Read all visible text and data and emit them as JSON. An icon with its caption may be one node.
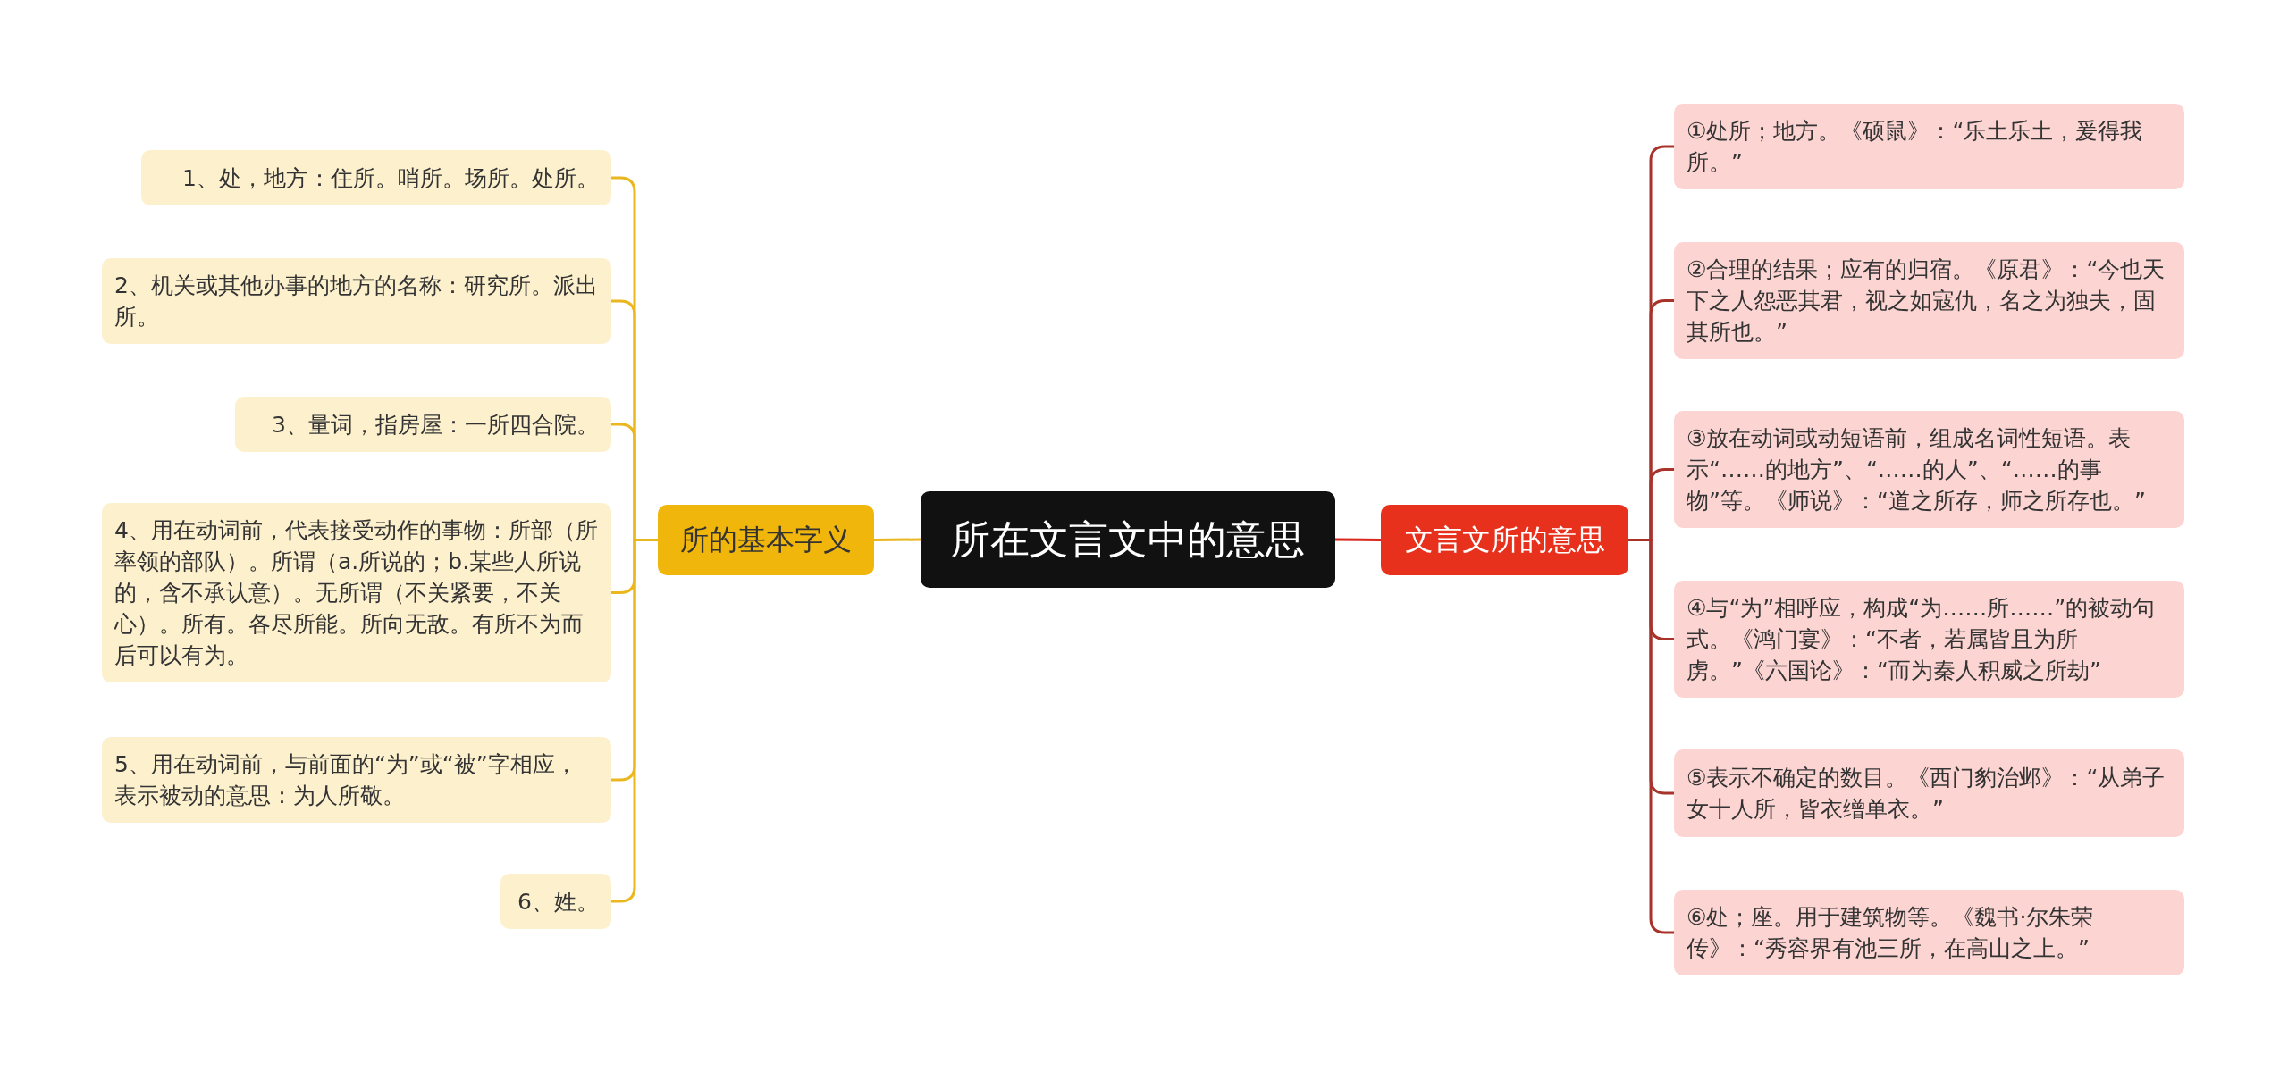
{
  "diagram": {
    "nodes": [
      {
        "text": [
          "所在文言文中的意思"
        ]
      },
      {
        "text": [
          "所的基本字义"
        ]
      },
      {
        "text": [
          "1、处，地方：住所。哨所。场所。处所。"
        ]
      },
      {
        "text": [
          "2、机关或其他办事的地方的名称：研究所。派出所。"
        ]
      },
      {
        "text": [
          "3、量词，指房屋：一所四合院。"
        ]
      },
      {
        "text": [
          "4、用在动词前，代表接受动作的事物：所部（所率领的部队）。所谓（a.所说的；b.某些人所说的，含不承认意）。无所谓（不关紧要，不关心）。所有。各尽所能。所向无敌。有所不为而后可以有为。"
        ]
      },
      {
        "text": [
          "5、用在动词前，与前面的“为”或“被”字相应，表示被动的意思：为人所敬。"
        ]
      },
      {
        "text": [
          "6、姓。"
        ]
      },
      {
        "text": [
          "文言文所的意思"
        ]
      },
      {
        "text": [
          "①处所；地方。《硕鼠》：“乐土乐土，爰得我所。”"
        ]
      },
      {
        "text": [
          "②合理的结果；应有的归宿。《原君》：“今也天下之人怨恶其君，视之如寇仇，名之为独夫，固其所也。”"
        ]
      },
      {
        "text": [
          "③放在动词或动短语前，组成名词性短语。表示“……的地方”、“……的人”、“……的事物”等。《师说》：“道之所存，师之所存也。”"
        ]
      },
      {
        "text": [
          "④与“为”相呼应，构成“为……所……”的被动句式。《鸿门宴》：“不者，若属皆且为所虏。”《六国论》：“而为秦人积威之所劫”"
        ]
      },
      {
        "text": [
          "⑤表示不确定的数目。《西门豹治邺》：“从弟子女十人所，皆衣缯单衣。”"
        ]
      },
      {
        "text": [
          "⑥处；座。用于建筑物等。《魏书·尔朱荣传》：“秀容界有池三所，在高山之上。”"
        ]
      }
    ],
    "edges": [
      {
        "from": 0,
        "to": 1,
        "arrow": "none",
        "color": "#eab71f"
      },
      {
        "from": 1,
        "to": 2,
        "arrow": "none",
        "color": "#eab71f"
      },
      {
        "from": 1,
        "to": 3,
        "arrow": "none",
        "color": "#eab71f"
      },
      {
        "from": 1,
        "to": 4,
        "arrow": "none",
        "color": "#eab71f"
      },
      {
        "from": 1,
        "to": 5,
        "arrow": "none",
        "color": "#eab71f"
      },
      {
        "from": 1,
        "to": 6,
        "arrow": "none",
        "color": "#eab71f"
      },
      {
        "from": 1,
        "to": 7,
        "arrow": "none",
        "color": "#eab71f"
      },
      {
        "from": 0,
        "to": 8,
        "arrow": "none",
        "color": "#d8271c"
      },
      {
        "from": 8,
        "to": 9,
        "arrow": "none",
        "color": "#a8332b"
      },
      {
        "from": 8,
        "to": 10,
        "arrow": "none",
        "color": "#a8332b"
      },
      {
        "from": 8,
        "to": 11,
        "arrow": "none",
        "color": "#a8332b"
      },
      {
        "from": 8,
        "to": 12,
        "arrow": "none",
        "color": "#a8332b"
      },
      {
        "from": 8,
        "to": 13,
        "arrow": "none",
        "color": "#a8332b"
      },
      {
        "from": 8,
        "to": 14,
        "arrow": "none",
        "color": "#a8332b"
      }
    ]
  }
}
